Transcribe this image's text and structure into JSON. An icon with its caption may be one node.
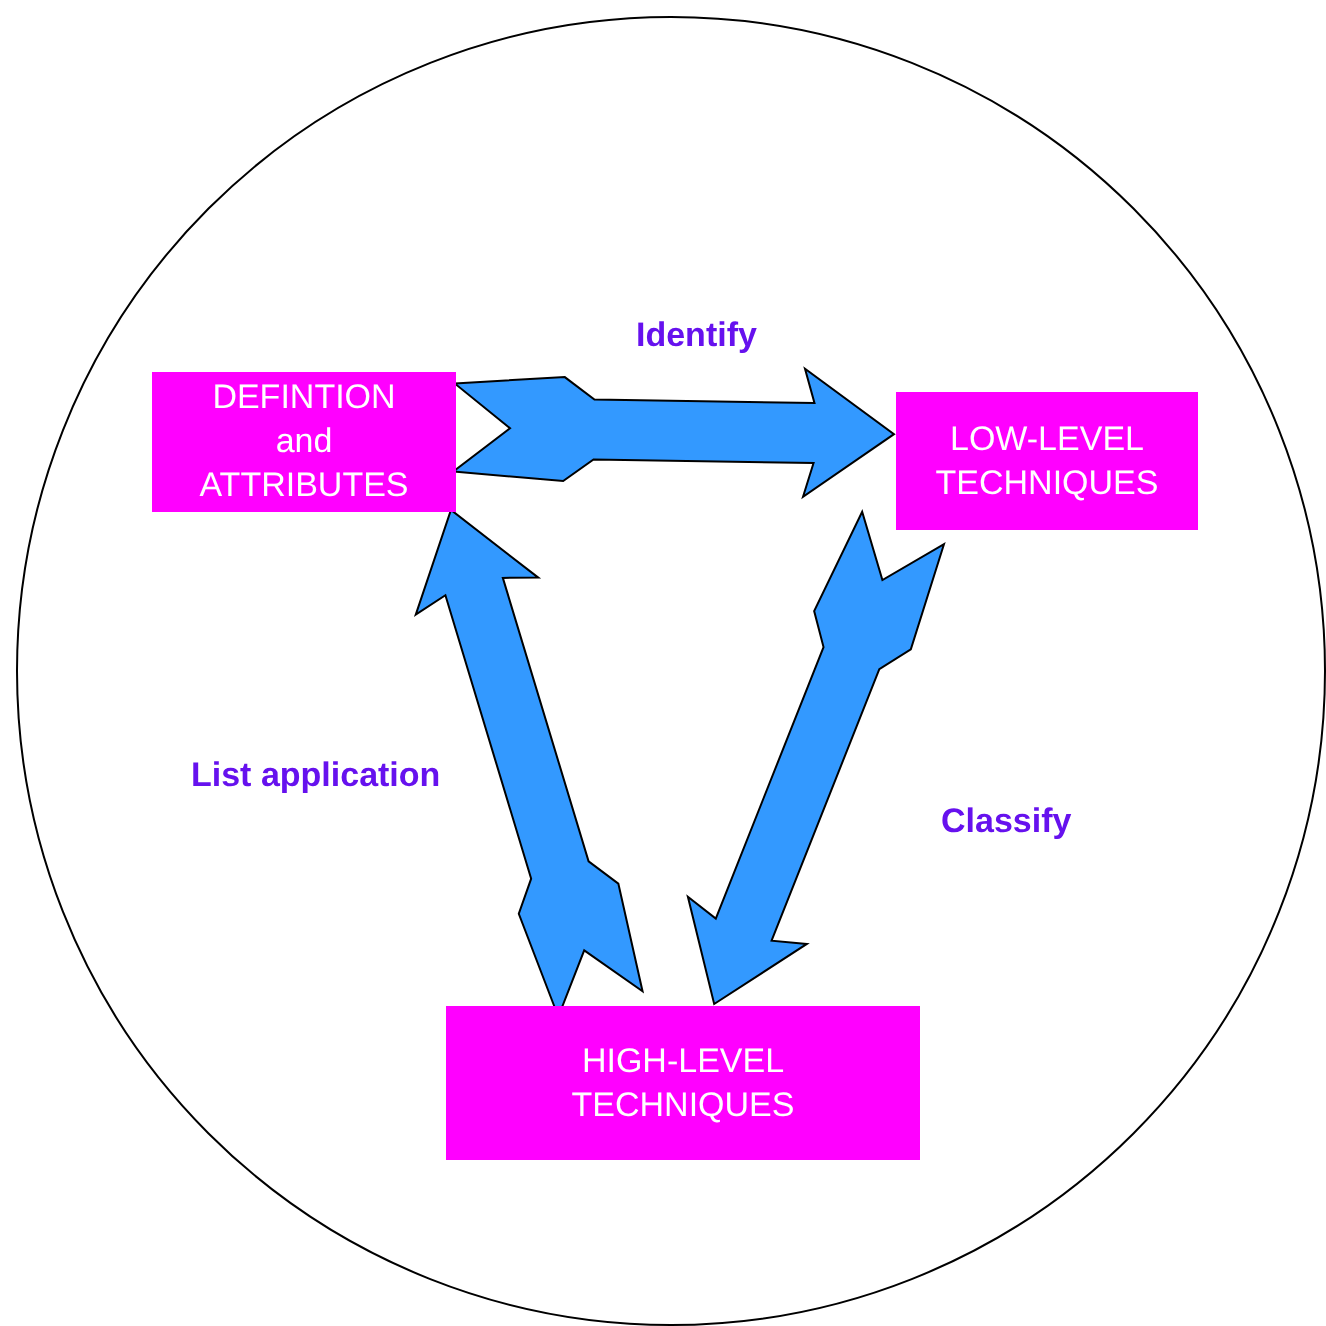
{
  "diagram": {
    "nodes": [
      {
        "text": [],
        "shape": "circle"
      },
      {
        "text": [
          "DEFINTION and ATTRIBUTES"
        ],
        "in": 0
      },
      {
        "text": [
          "LOW-LEVEL TECHNIQUES"
        ],
        "in": 0
      },
      {
        "text": [
          "HIGH-LEVEL TECHNIQUES"
        ],
        "in": 0
      }
    ],
    "edges": [
      {
        "from": 1,
        "to": 2,
        "arrow": "to",
        "label": "Identify"
      },
      {
        "from": 2,
        "to": 3,
        "arrow": "to",
        "label": "Classify"
      },
      {
        "from": 3,
        "to": 1,
        "arrow": "to",
        "label": "List application"
      }
    ]
  }
}
